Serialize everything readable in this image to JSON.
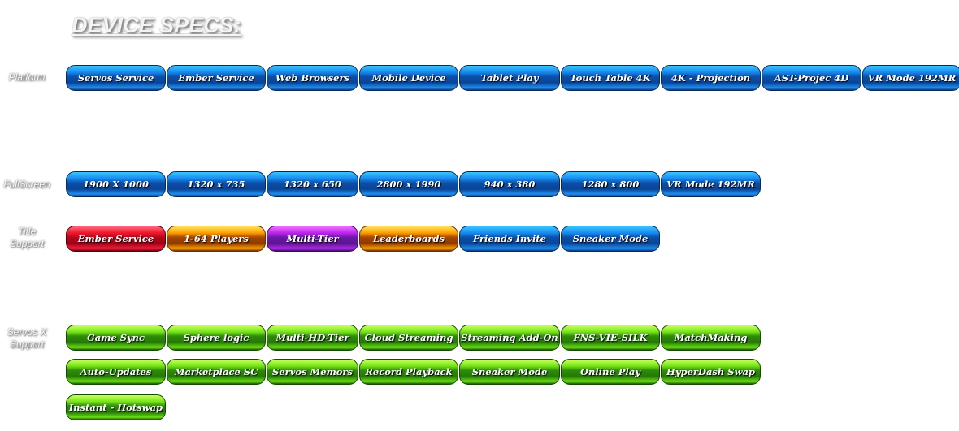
{
  "title": "DEVICE SPECS:",
  "sections": [
    {
      "label": "Platform",
      "rows": [
        [
          {
            "t": "Servos Service",
            "c": "blue"
          },
          {
            "t": "Ember Service",
            "c": "blue"
          },
          {
            "t": "Web Browsers",
            "c": "blue"
          },
          {
            "t": "Mobile Device",
            "c": "blue"
          },
          {
            "t": "Tablet Play",
            "c": "blue"
          },
          {
            "t": "Touch Table 4K",
            "c": "blue"
          },
          {
            "t": "4K - Projection",
            "c": "blue"
          },
          {
            "t": "AST-Projec 4D",
            "c": "blue"
          },
          {
            "t": "VR Mode 192MR",
            "c": "blue"
          }
        ]
      ]
    },
    {
      "label": "FullScreen",
      "rows": [
        [
          {
            "t": "1900 X 1000",
            "c": "blue"
          },
          {
            "t": "1320 x 735",
            "c": "blue"
          },
          {
            "t": "1320 x 650",
            "c": "blue"
          },
          {
            "t": "2800 x 1990",
            "c": "blue"
          },
          {
            "t": "940 x 380",
            "c": "blue"
          },
          {
            "t": "1280 x 800",
            "c": "blue"
          },
          {
            "t": "VR Mode 192MR",
            "c": "blue"
          }
        ]
      ]
    },
    {
      "label": "Title Support",
      "rows": [
        [
          {
            "t": "Ember Service",
            "c": "red"
          },
          {
            "t": "1-64 Players",
            "c": "orange"
          },
          {
            "t": "Multi-Tier",
            "c": "purple"
          },
          {
            "t": "Leaderboards",
            "c": "orange"
          },
          {
            "t": "Friends Invite",
            "c": "blue"
          },
          {
            "t": "Sneaker Mode",
            "c": "blue"
          }
        ]
      ]
    },
    {
      "label": "Servos X Support",
      "rows": [
        [
          {
            "t": "Game Sync",
            "c": "green"
          },
          {
            "t": "Sphere logic",
            "c": "green"
          },
          {
            "t": "Multi-HD-Tier",
            "c": "green"
          },
          {
            "t": "Cloud Streaming",
            "c": "green"
          },
          {
            "t": "Streaming Add-On",
            "c": "green"
          },
          {
            "t": "FNS-VIE-SILK",
            "c": "green"
          },
          {
            "t": "MatchMaking",
            "c": "green"
          }
        ],
        [
          {
            "t": "Auto-Updates",
            "c": "green"
          },
          {
            "t": "Marketplace SC",
            "c": "green"
          },
          {
            "t": "Servos Memors",
            "c": "green"
          },
          {
            "t": "Record Playback",
            "c": "green"
          },
          {
            "t": "Sneaker Mode",
            "c": "green"
          },
          {
            "t": "Online Play",
            "c": "green"
          },
          {
            "t": "HyperDash Swap",
            "c": "green"
          }
        ],
        [
          {
            "t": "Instant - Hotswap",
            "c": "green"
          }
        ]
      ]
    }
  ]
}
